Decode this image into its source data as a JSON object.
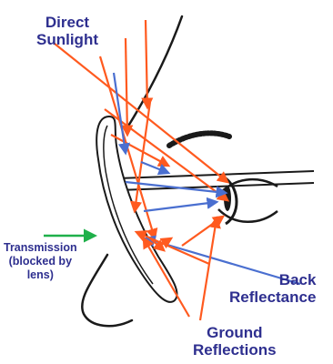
{
  "labels": {
    "direct_sunlight": [
      "Direct",
      "Sunlight"
    ],
    "transmission": [
      "Transmission",
      "(blocked by",
      "lens)"
    ],
    "back_reflectance": [
      "Back",
      "Reflectance"
    ],
    "ground_reflections": [
      "Ground",
      "Reflections"
    ]
  },
  "colors": {
    "label_text": "#2e2f8f",
    "direct_ray": "#ff5a1f",
    "reflected_ray": "#4a6fd0",
    "transmission_arrow": "#1fb04a",
    "outline": "#1a1a1a",
    "lens_fill": "#ffffff"
  }
}
